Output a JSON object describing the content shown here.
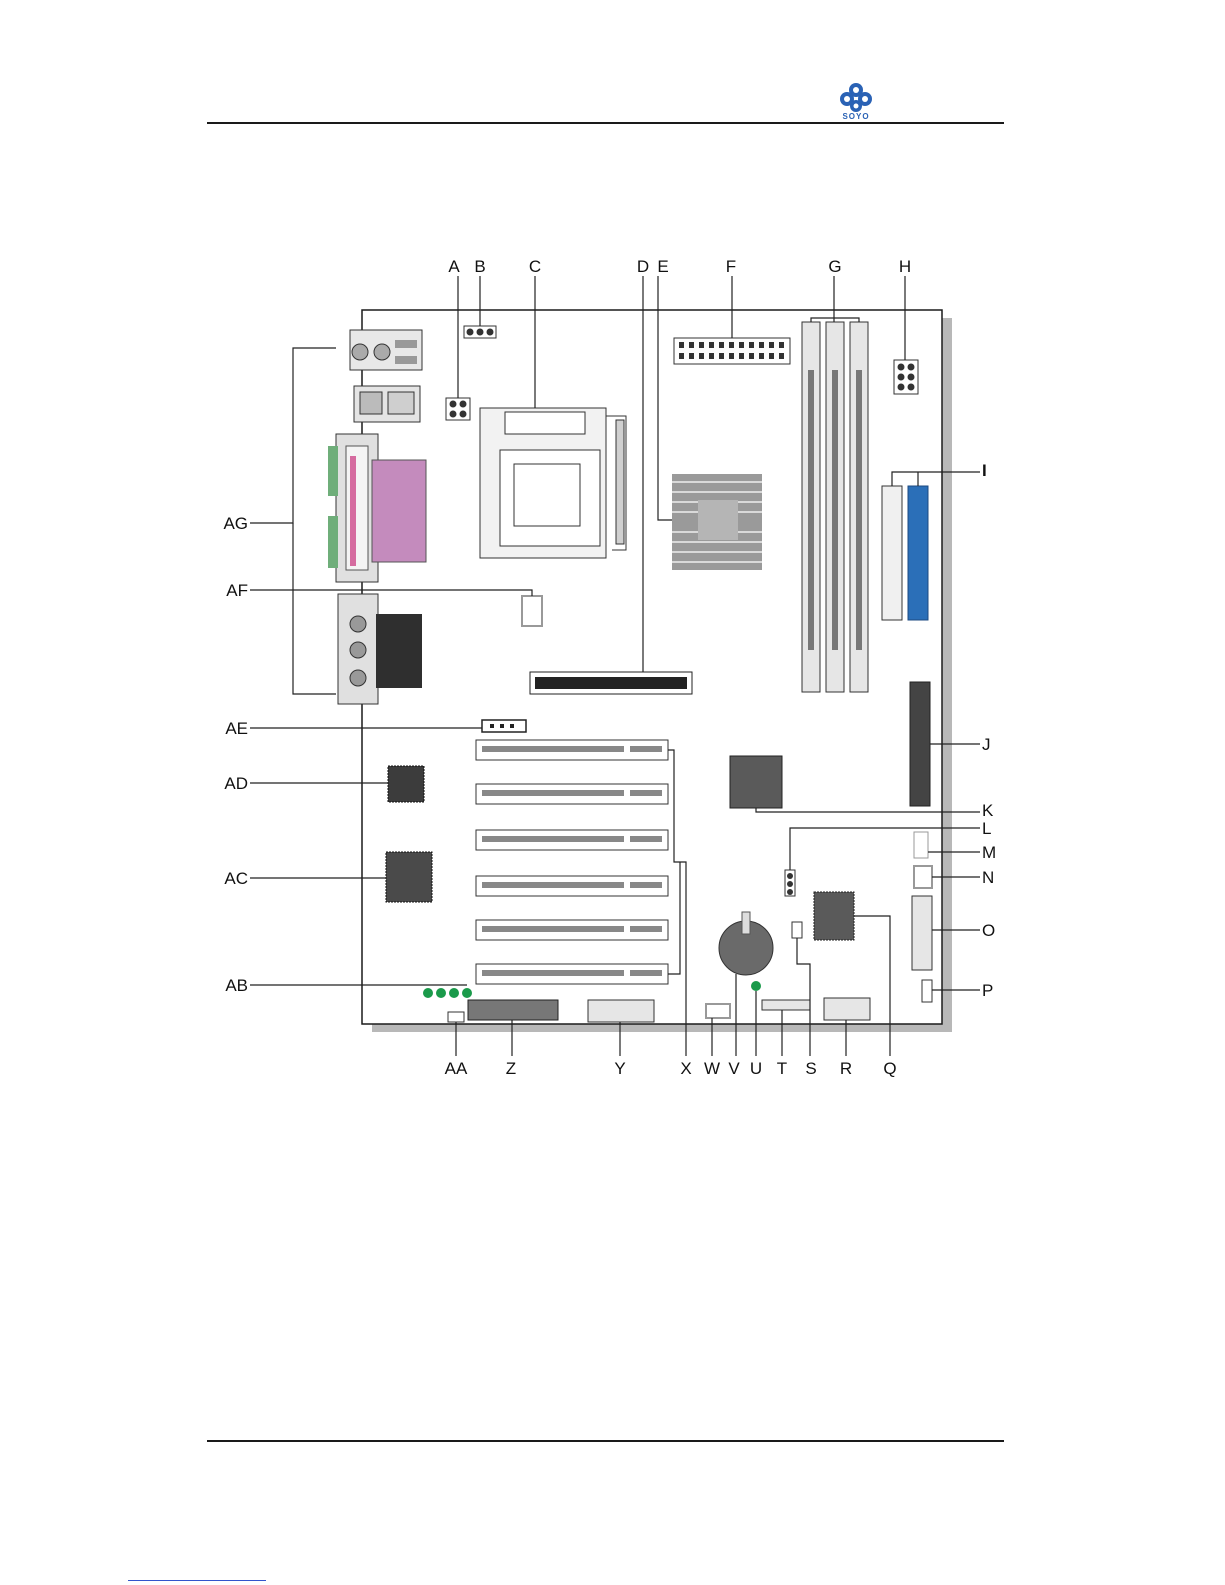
{
  "logo": {
    "text": "SOYO",
    "color": "#2a62b5"
  },
  "labels": {
    "A": "A",
    "B": "B",
    "C": "C",
    "D": "D",
    "E": "E",
    "F": "F",
    "G": "G",
    "H": "H",
    "I": "I",
    "J": "J",
    "K": "K",
    "L": "L",
    "M": "M",
    "N": "N",
    "O": "O",
    "P": "P",
    "Q": "Q",
    "R": "R",
    "S": "S",
    "T": "T",
    "U": "U",
    "V": "V",
    "W": "W",
    "X": "X",
    "Y": "Y",
    "Z": "Z",
    "AA": "AA",
    "AB": "AB",
    "AC": "AC",
    "AD": "AD",
    "AE": "AE",
    "AF": "AF",
    "AG": "AG"
  },
  "colors": {
    "board_outline": "#1a1a1a",
    "board_shadow": "#b8b8b8",
    "parallel_port": "#c48bbd",
    "ide_primary": "#2b6fb8",
    "led_green": "#1a9a4a",
    "chip_dark": "#3c3c3c"
  }
}
